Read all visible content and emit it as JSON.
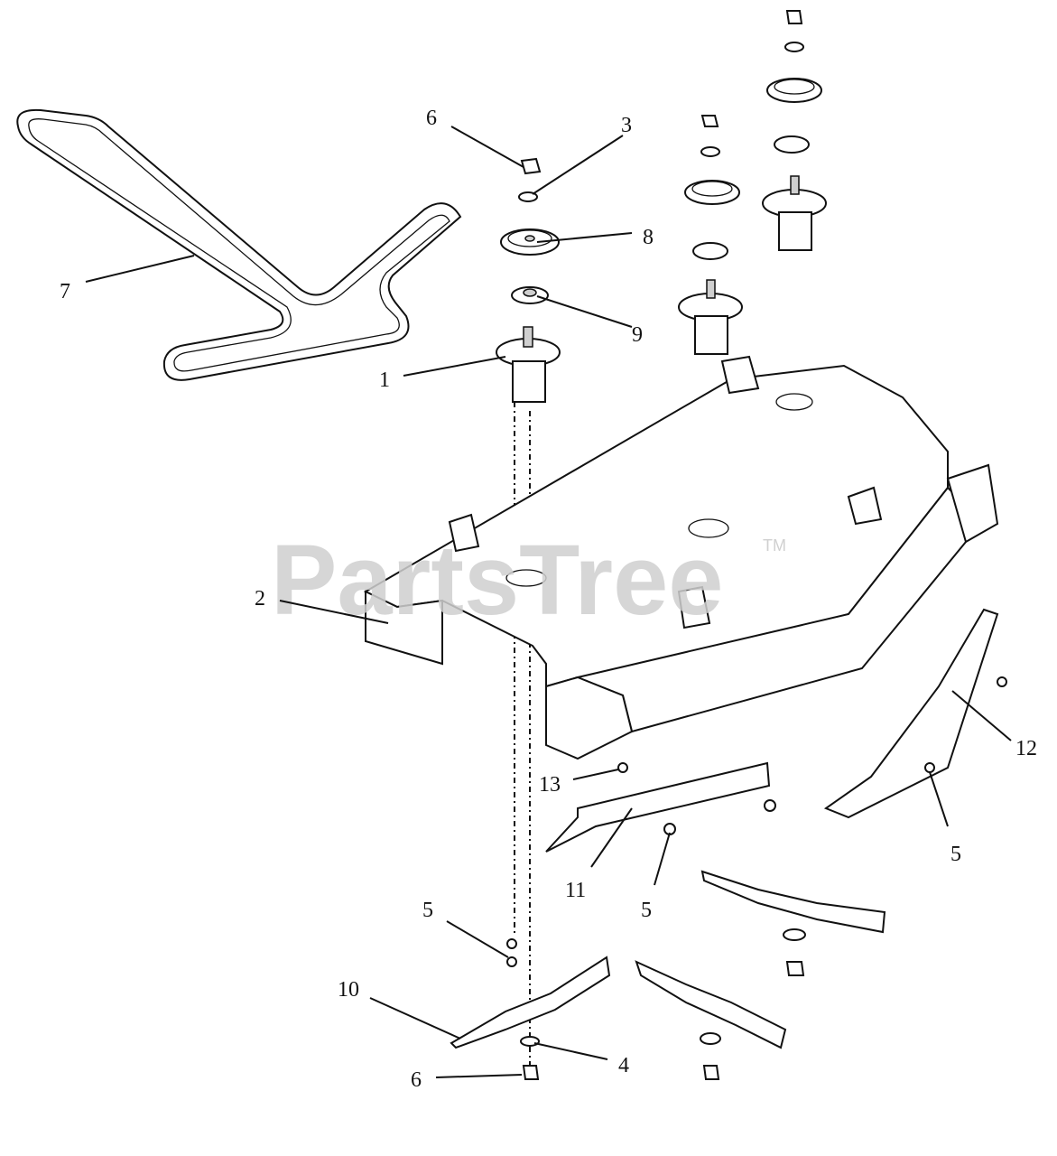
{
  "watermark": {
    "brand": "PartsTree",
    "trademark": "TM"
  },
  "callouts": [
    {
      "id": "c6a",
      "label": "6"
    },
    {
      "id": "c3",
      "label": "3"
    },
    {
      "id": "c8",
      "label": "8"
    },
    {
      "id": "c7",
      "label": "7"
    },
    {
      "id": "c9",
      "label": "9"
    },
    {
      "id": "c1",
      "label": "1"
    },
    {
      "id": "c2",
      "label": "2"
    },
    {
      "id": "c12",
      "label": "12"
    },
    {
      "id": "c13",
      "label": "13"
    },
    {
      "id": "c5a",
      "label": "5"
    },
    {
      "id": "c11",
      "label": "11"
    },
    {
      "id": "c5b",
      "label": "5"
    },
    {
      "id": "c5c",
      "label": "5"
    },
    {
      "id": "c10",
      "label": "10"
    },
    {
      "id": "c4",
      "label": "4"
    },
    {
      "id": "c6b",
      "label": "6"
    }
  ]
}
